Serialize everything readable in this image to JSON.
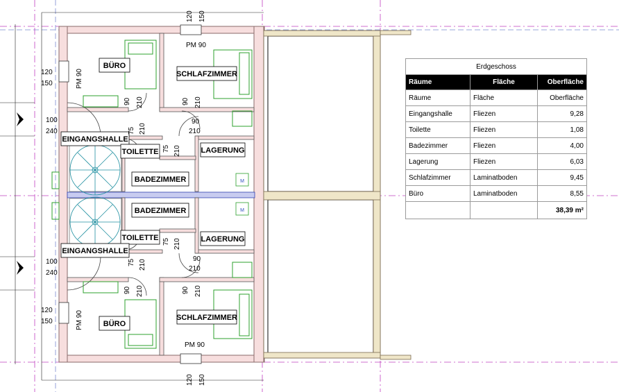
{
  "plan": {
    "rooms": {
      "buero": "BÜRO",
      "schlafzimmer": "SCHLAFZIMMER",
      "eingangshalle": "EINGANGSHALLE",
      "toilette": "TOILETTE",
      "lagerung": "LAGERUNG",
      "badezimmer": "BADEZIMMER"
    },
    "door_labels": {
      "pm90": "PM 90"
    },
    "dimensions": {
      "d120": "120",
      "d150": "150",
      "d100": "100",
      "d240": "240",
      "d90": "90",
      "d210": "210",
      "d75": "75"
    },
    "symbols": {
      "meter": "M"
    },
    "colors": {
      "wall_fill": "#f7dede",
      "furniture": "#2ca02c",
      "axis": "#c040c0",
      "stair": "#1f8fa0"
    }
  },
  "schedule": {
    "title": "Erdgeschoss",
    "columns": [
      "Räume",
      "Fläche",
      "Oberfläche"
    ],
    "rows": [
      [
        "Räume",
        "Fläche",
        "Oberfläche"
      ],
      [
        "Eingangshalle",
        "Fliezen",
        "9,28"
      ],
      [
        "Toilette",
        "Fliezen",
        "1,08"
      ],
      [
        "Badezimmer",
        "Fliezen",
        "4,00"
      ],
      [
        "Lagerung",
        "Fliezen",
        "6,03"
      ],
      [
        "Schlafzimmer",
        "Laminatboden",
        "9,45"
      ],
      [
        "Büro",
        "Laminatboden",
        "8,55"
      ]
    ],
    "total": "38,39 m²"
  }
}
